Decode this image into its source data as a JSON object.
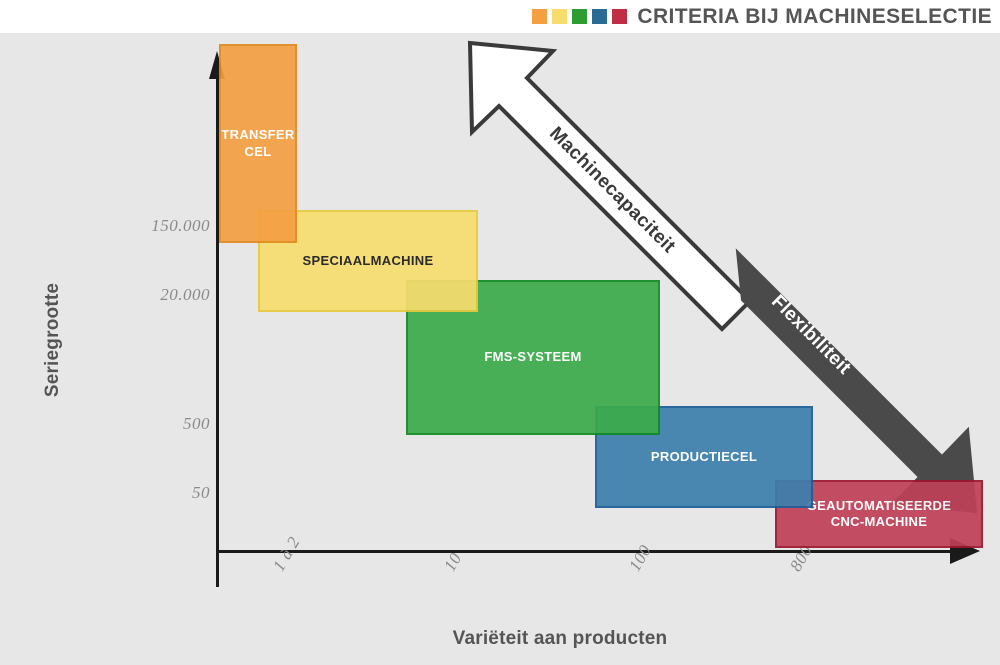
{
  "header": {
    "title": "CRITERIA BIJ MACHINESELECTIE",
    "title_color": "#555555",
    "swatches": [
      {
        "name": "swatch-orange",
        "color": "#F4A042"
      },
      {
        "name": "swatch-yellow",
        "color": "#F7DD6E"
      },
      {
        "name": "swatch-green",
        "color": "#2E9B33"
      },
      {
        "name": "swatch-blue",
        "color": "#2A6B96"
      },
      {
        "name": "swatch-red",
        "color": "#BF2E44"
      }
    ]
  },
  "chart_data": {
    "type": "scatter",
    "title": "CRITERIA BIJ MACHINESELECTIE",
    "xlabel": "Variëteit aan producten",
    "ylabel": "Seriegrootte",
    "background": "#E7E7E7",
    "grid": false,
    "legend_position": "none",
    "x_ticks": [
      "1 à 2",
      "10",
      "100",
      "800"
    ],
    "y_ticks": [
      "150.000",
      "20.000",
      "500",
      "50"
    ],
    "annotations": [
      {
        "text": "Machinecapaciteit",
        "direction": "up-left",
        "fill": "#FFFFFF",
        "stroke": "#3A3A3A",
        "text_color": "#3A3A3A"
      },
      {
        "text": "Flexibiliteit",
        "direction": "down-right",
        "fill": "#4A4A4A",
        "stroke": "#4A4A4A",
        "text_color": "#FFFFFF"
      }
    ],
    "regions": [
      {
        "id": "transfer-cel",
        "label": "TRANSFER\nCEL",
        "label_line1": "TRANSFER",
        "label_line2": "CEL",
        "fill": "#F4A042",
        "border": "#E08A20",
        "text_color": "#FFFFFF",
        "x_range": [
          "1 à 2",
          "1 à 2"
        ],
        "y_range": [
          "150.000",
          "above 150.000"
        ]
      },
      {
        "id": "speciaalmachine",
        "label": "SPECIAALMACHINE",
        "fill": "#F7DD6E",
        "border": "#E8C93D",
        "text_color": "#1A1A1A",
        "x_range": [
          "1 à 2",
          "10"
        ],
        "y_range": [
          "20.000",
          "150.000"
        ]
      },
      {
        "id": "fms-systeem",
        "label": "FMS-SYSTEEM",
        "fill": "#3BAB4B",
        "border": "#0F8A22",
        "text_color": "#FFFFFF",
        "x_range": [
          "10",
          "100"
        ],
        "y_range": [
          "500",
          "20.000"
        ]
      },
      {
        "id": "productiecel",
        "label": "PRODUCTIECEL",
        "fill": "#3C7FAD",
        "border": "#1B5E96",
        "text_color": "#FFFFFF",
        "x_range": [
          "100",
          "800"
        ],
        "y_range": [
          "50",
          "500"
        ]
      },
      {
        "id": "geautomatiseerde-cnc-machine",
        "label": "GEAUTOMATISEERDE\nCNC-MACHINE",
        "label_line1": "GEAUTOMATISEERDE",
        "label_line2": "CNC-MACHINE",
        "fill": "#BF4158",
        "border": "#9E152F",
        "text_color": "#FFFFFF",
        "x_range": [
          "800",
          "beyond 800"
        ],
        "y_range": [
          "below 50",
          "50"
        ]
      }
    ]
  }
}
